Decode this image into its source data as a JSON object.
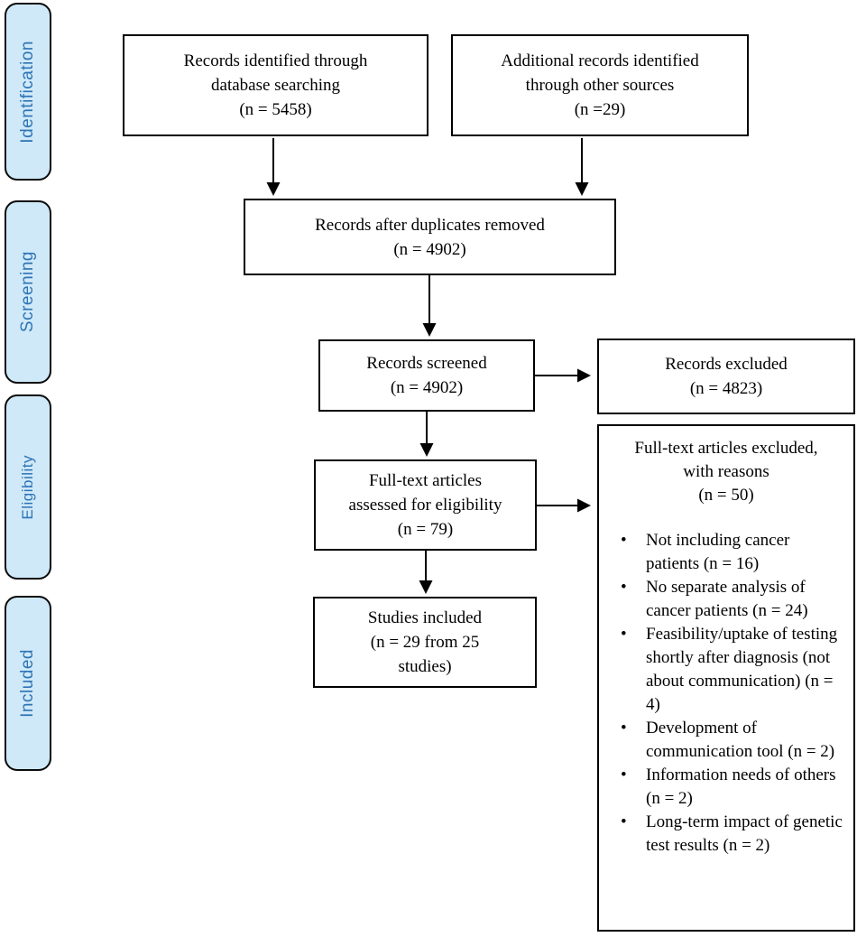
{
  "colors": {
    "sidebar_fill": "#cfe9f8",
    "sidebar_text": "#2e74b5",
    "box_border": "#000000",
    "background": "#ffffff",
    "arrow": "#000000"
  },
  "sidebar": {
    "stages": [
      {
        "label": "Identification"
      },
      {
        "label": "Screening"
      },
      {
        "label": "Eligibility"
      },
      {
        "label": "Included"
      }
    ]
  },
  "flow": {
    "records_identified": {
      "text": "Records identified through\ndatabase searching\n(n = 5458)"
    },
    "additional_records": {
      "text": "Additional records identified\nthrough other sources\n(n =29)"
    },
    "after_duplicates": {
      "text": "Records after duplicates removed\n(n = 4902)"
    },
    "records_screened": {
      "text": "Records screened\n(n = 4902)"
    },
    "records_excluded": {
      "text": "Records excluded\n(n = 4823)"
    },
    "fulltext_assessed": {
      "text": "Full-text articles\nassessed for eligibility\n(n = 79)"
    },
    "studies_included": {
      "text": "Studies included\n(n = 29 from 25\nstudies)"
    },
    "fulltext_excluded": {
      "header": "Full-text articles excluded,\nwith reasons\n(n = 50)",
      "bullet_glyph": "•",
      "reasons": [
        "Not including cancer patients (n = 16)",
        "No separate analysis of cancer patients (n = 24)",
        "Feasibility/uptake of testing shortly after diagnosis (not about communication) (n = 4)",
        "Development of communication tool (n = 2)",
        "Information needs of others (n = 2)",
        "Long-term impact of genetic test results (n = 2)"
      ]
    }
  }
}
